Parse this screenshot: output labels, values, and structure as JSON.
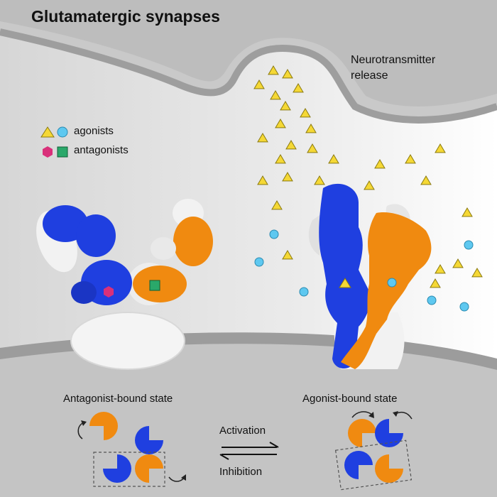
{
  "title": "Glutamatergic synapses",
  "release": {
    "line1": "Neurotransmitter",
    "line2": "release"
  },
  "legend": {
    "agonists": "agonists",
    "antagonists": "antagonists",
    "agonist_colors": [
      "#f5d835",
      "#5ec8f0"
    ],
    "antagonist_colors": [
      "#d9307a",
      "#2aa86a"
    ]
  },
  "states": {
    "antagonist": "Antagonist-bound state",
    "agonist": "Agonist-bound state"
  },
  "transitions": {
    "forward": "Activation",
    "backward": "Inhibition"
  },
  "colors": {
    "blue": "#1f3fe0",
    "orange": "#f08a10",
    "gray": "#f2f2f2",
    "membrane": "#bdbdbd"
  }
}
